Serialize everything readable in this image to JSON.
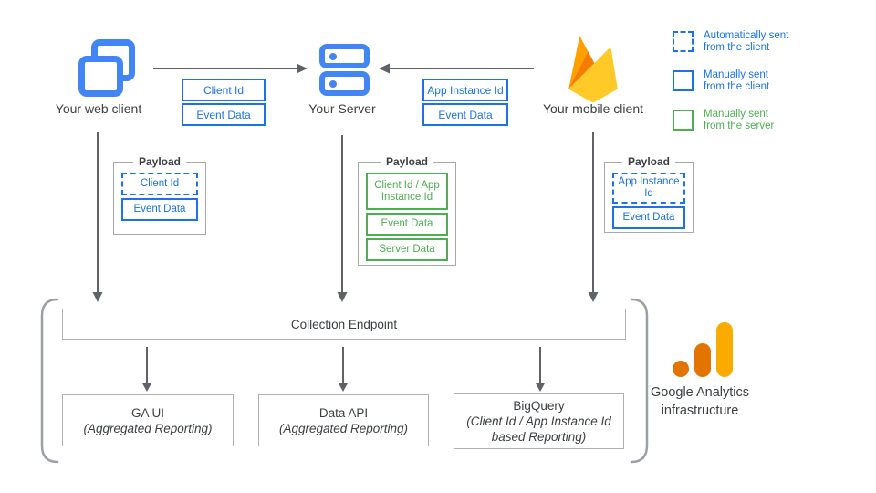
{
  "colors": {
    "blue": "#1a73e8",
    "icon_blue": "#4285F4",
    "green": "#4caf50",
    "arrow_gray": "#5f6368",
    "border_gray": "#a8a8a8",
    "text_dark": "#3c4043",
    "firebase_spike": "#FFA000",
    "firebase_dark": "#F57C00",
    "firebase_main": "#FFCA28",
    "ga_orange": "#E37400",
    "ga_amber": "#F9AB00"
  },
  "icons": {
    "web_client": "overlapping-windows-icon",
    "server": "server-rack-icon",
    "mobile_client": "firebase-flame-icon",
    "infrastructure": "google-analytics-logo"
  },
  "nodes": {
    "web_client": {
      "label": "Your web client"
    },
    "server": {
      "label": "Your Server"
    },
    "mobile_client": {
      "label": "Your mobile client"
    }
  },
  "arrow_labels": {
    "web_to_server": [
      "Client Id",
      "Event Data"
    ],
    "mobile_to_server": [
      "App Instance Id",
      "Event Data"
    ]
  },
  "legend": {
    "items": [
      {
        "style": "dashed-blue",
        "line1": "Automatically sent",
        "line2": "from the client"
      },
      {
        "style": "solid-blue",
        "line1": "Manually sent",
        "line2": "from the client"
      },
      {
        "style": "solid-green",
        "line1": "Manually sent",
        "line2": "from the server"
      }
    ]
  },
  "payloads": [
    {
      "title": "Payload",
      "items": [
        {
          "label": "Client Id",
          "style": "dashed-blue"
        },
        {
          "label": "Event Data",
          "style": "solid-blue"
        }
      ]
    },
    {
      "title": "Payload",
      "items": [
        {
          "label": "Client Id / App Instance Id",
          "style": "solid-green"
        },
        {
          "label": "Event Data",
          "style": "solid-green"
        },
        {
          "label": "Server Data",
          "style": "solid-green"
        }
      ]
    },
    {
      "title": "Payload",
      "items": [
        {
          "label": "App Instance Id",
          "style": "dashed-blue"
        },
        {
          "label": "Event Data",
          "style": "solid-blue"
        }
      ]
    }
  ],
  "infrastructure": {
    "endpoint_label": "Collection Endpoint",
    "outputs": [
      {
        "name": "GA UI",
        "sub": "(Aggregated Reporting)"
      },
      {
        "name": "Data API",
        "sub": "(Aggregated Reporting)"
      },
      {
        "name": "BigQuery",
        "sub": "(Client Id / App Instance Id based Reporting)"
      }
    ],
    "caption_line1": "Google Analytics",
    "caption_line2": "infrastructure"
  }
}
